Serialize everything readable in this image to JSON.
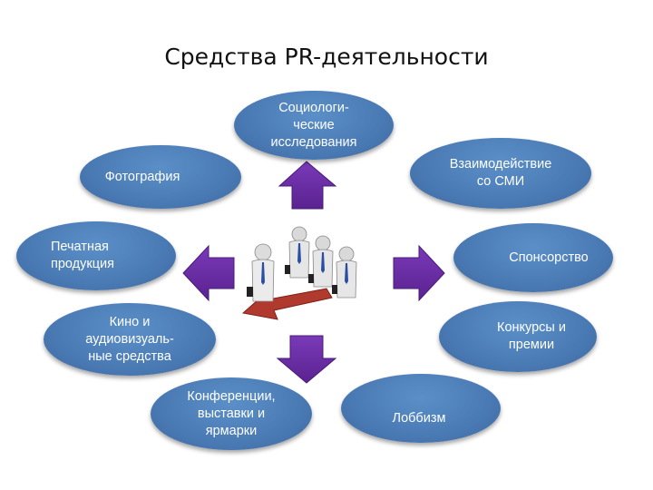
{
  "title": "Средства PR-деятельности",
  "nodes": {
    "sociological": "Социологи-\nческие\nисследования",
    "media": "Взаимодействие\nсо СМИ",
    "photo": "Фотография",
    "print": "Печатная\nпродукция",
    "sponsorship": "Спонсорство",
    "cinema": "Кино и\nаудиовизуаль-\nные средства",
    "contests": "Конкурсы и\nпремии",
    "conferences": "Конференции,\nвыставки и\nярмарки",
    "lobbying": "Лоббизм"
  },
  "colors": {
    "oval_fill": "#4a7ab4",
    "arrow_fill": "#6a2fa0",
    "red_arrow": "#b03a2e"
  }
}
